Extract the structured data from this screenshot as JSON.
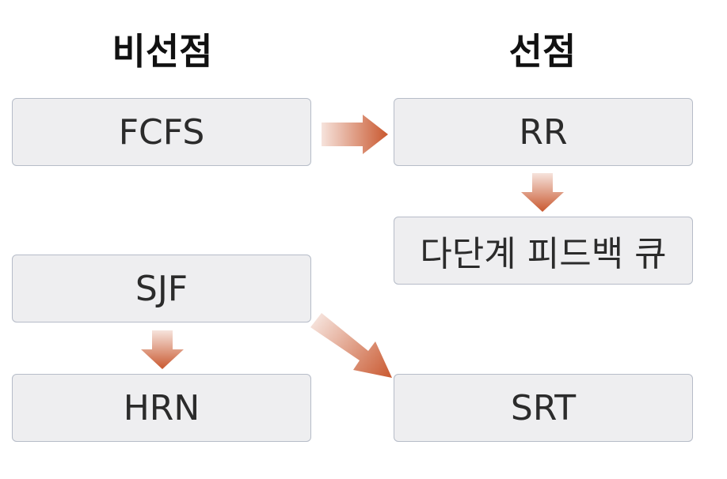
{
  "headings": {
    "non_preemptive": "비선점",
    "preemptive": "선점"
  },
  "boxes": {
    "fcfs": "FCFS",
    "rr": "RR",
    "mlfq": "다단계 피드백 큐",
    "sjf": "SJF",
    "hrn": "HRN",
    "srt": "SRT"
  },
  "colors": {
    "arrow_light": "#f6e3dc",
    "arrow_dark": "#c9582f",
    "box_fill": "#eeeef0",
    "box_border": "#b6bcc8"
  }
}
